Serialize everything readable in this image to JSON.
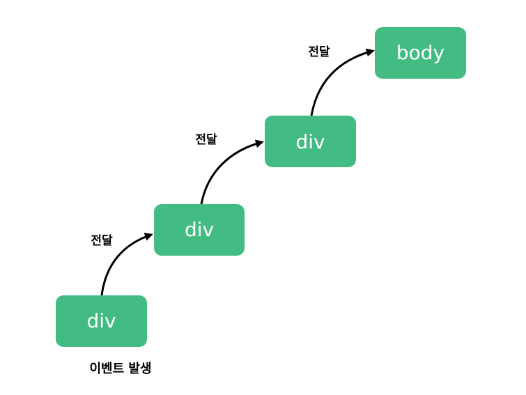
{
  "diagram": {
    "nodes": [
      {
        "id": "div-1",
        "label": "div"
      },
      {
        "id": "div-2",
        "label": "div"
      },
      {
        "id": "div-3",
        "label": "div"
      },
      {
        "id": "body",
        "label": "body"
      }
    ],
    "edges": [
      {
        "from": "div-1",
        "to": "div-2",
        "label": "전달"
      },
      {
        "from": "div-2",
        "to": "div-3",
        "label": "전달"
      },
      {
        "from": "div-3",
        "to": "body",
        "label": "전달"
      }
    ],
    "caption": "이벤트 발생"
  },
  "colors": {
    "node_fill": "#43bc84",
    "node_text": "#ffffff",
    "edge": "#000000"
  }
}
